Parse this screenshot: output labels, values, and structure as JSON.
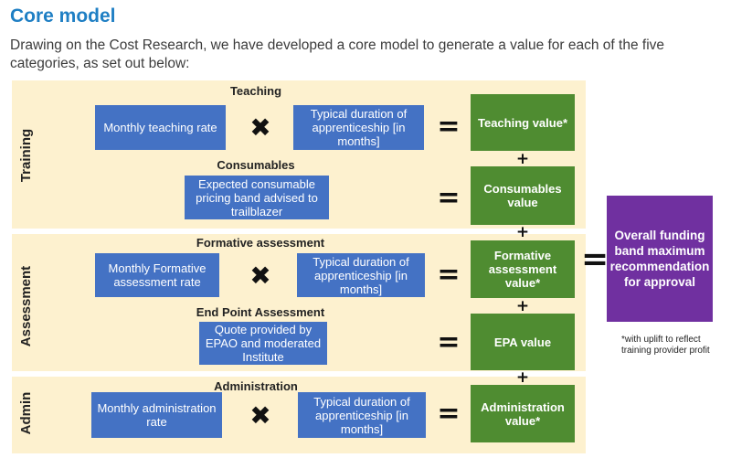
{
  "page": {
    "title": "Core model",
    "intro": "Drawing on the Cost Research, we have developed a core model to generate a value for each of the five categories, as set out below:"
  },
  "sections": {
    "training": "Training",
    "assessment": "Assessment",
    "admin": "Admin"
  },
  "rows": {
    "teaching": {
      "heading": "Teaching",
      "input1": "Monthly teaching rate",
      "input2": "Typical duration of apprenticeship [in months]",
      "value": "Teaching value*"
    },
    "consumables": {
      "heading": "Consumables",
      "input1": "Expected consumable pricing band advised to trailblazer",
      "value": "Consumables value"
    },
    "formative": {
      "heading": "Formative assessment",
      "input1": "Monthly Formative assessment rate",
      "input2": "Typical duration of apprenticeship [in months]",
      "value": "Formative assessment value*"
    },
    "epa": {
      "heading": "End Point Assessment",
      "input1": "Quote provided by EPAO and moderated Institute",
      "value": "EPA value"
    },
    "administration": {
      "heading": "Administration",
      "input1": "Monthly administration rate",
      "input2": "Typical duration of apprenticeship [in months]",
      "value": "Administration value*"
    }
  },
  "operators": {
    "times": "✖",
    "equals": "=",
    "plus": "+"
  },
  "result": {
    "label": "Overall funding band maximum recommendation for approval",
    "note": "*with uplift to reflect training provider profit"
  },
  "colors": {
    "title": "#1f7fc4",
    "band": "#fdf1cf",
    "input_box": "#4472c4",
    "value_box": "#4f8c31",
    "result_box": "#7030a0"
  }
}
